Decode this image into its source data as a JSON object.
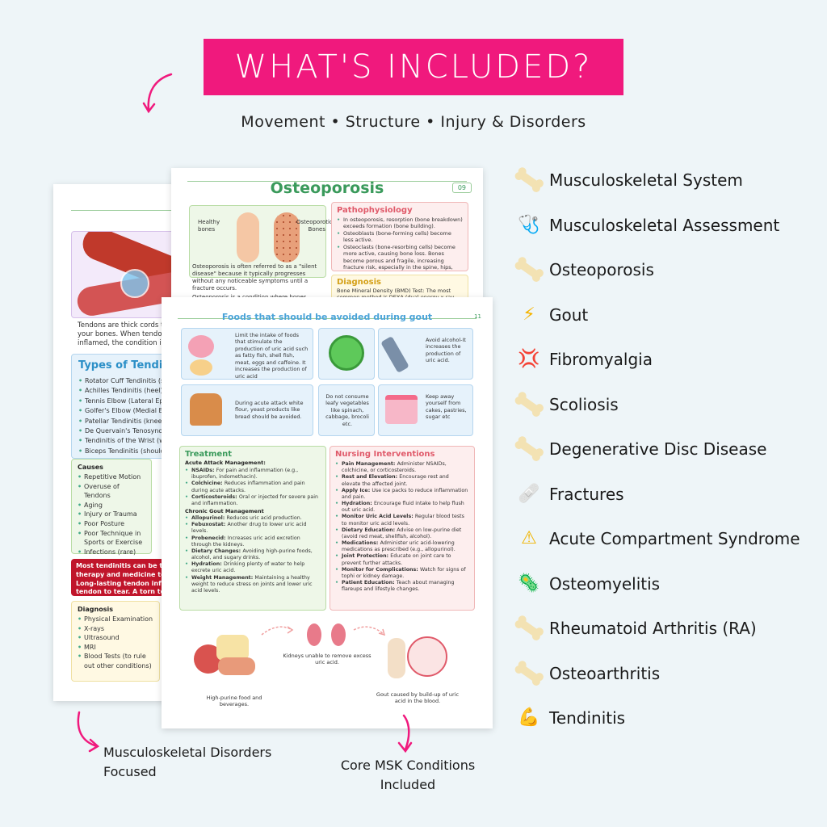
{
  "header": {
    "title": "WHAT'S INCLUDED?",
    "subtitle": "Movement • Structure • Injury & Disorders"
  },
  "topics": [
    {
      "icon": "bone-icon",
      "label": "Musculoskeletal System"
    },
    {
      "icon": "stethoscope-icon",
      "label": "Musculoskeletal Assessment"
    },
    {
      "icon": "bone-icon",
      "label": "Osteoporosis"
    },
    {
      "icon": "lightning-icon",
      "label": "Gout"
    },
    {
      "icon": "anger-icon",
      "label": "Fibromyalgia"
    },
    {
      "icon": "bone-icon",
      "label": "Scoliosis"
    },
    {
      "icon": "bone-icon",
      "label": "Degenerative Disc Disease"
    },
    {
      "icon": "bandage-icon",
      "label": "Fractures"
    },
    {
      "icon": "warning-icon",
      "label": "Acute Compartment Syndrome"
    },
    {
      "icon": "microbe-icon",
      "label": "Osteomyelitis"
    },
    {
      "icon": "bone-icon",
      "label": "Rheumatoid Arthritis (RA)"
    },
    {
      "icon": "bone-icon",
      "label": "Osteoarthritis"
    },
    {
      "icon": "bicep-icon",
      "label": "Tendinitis"
    }
  ],
  "captions": {
    "left": "Musculoskeletal Disorders Focused",
    "center": "Core MSK Conditions Included"
  },
  "back_page": {
    "intro": "Tendons are thick cords th your bones. When tendons inflamed, the condition is c",
    "types_title": "Types of Tendini",
    "types": [
      "Rotator Cuff Tendinitis (s",
      "Achilles Tendinitis (heel)",
      "Tennis Elbow (Lateral Ep",
      "Golfer's Elbow (Medial Ep",
      "Patellar Tendinitis (knee",
      "De Quervain's Tenosyno",
      "Tendinitis of the Wrist (w",
      "Biceps Tendinitis (should"
    ],
    "causes_title": "Causes",
    "causes": [
      "Repetitive Motion",
      "Overuse of Tendons",
      "Aging",
      "Injury or Trauma",
      "Poor Posture",
      "Poor Technique in Sports or Exercise",
      "Infections (rare)"
    ],
    "alert": "Most tendinitis can be tre therapy and medicine to Long-lasting tendon infl tendon to tear. A torn ten",
    "diagnosis_title": "Diagnosis",
    "diagnosis": [
      "Physical Examination",
      "X-rays",
      "Ultrasound",
      "MRI",
      "Blood Tests (to rule out other conditions)"
    ]
  },
  "mid_page": {
    "title": "Osteoporosis",
    "page_no": "09",
    "healthy": "Healthy bones",
    "osteo": "Osteoporotic Bones",
    "desc": "Osteoporosis is often referred to as a \"silent disease\" because it typically progresses without any noticeable symptoms until a fracture occurs.",
    "desc2": "Osteoporosis is a condition where bones become",
    "patho_title": "Pathophysiology",
    "patho": [
      "In osteoporosis, resorption (bone breakdown) exceeds formation (bone building).",
      "Osteoblasts (bone-forming cells) become less active.",
      "Osteoclasts (bone-resorbing cells) become more active, causing bone loss. Bones become porous and fragile, increasing fracture risk, especially in the spine, hips, and wrists."
    ],
    "diag_title": "Diagnosis",
    "diag": "Bone Mineral Density (BMD) Test: The most common method is DEXA (dual-energy x-ray"
  },
  "front_page": {
    "title": "Foods that should be avoided during gout",
    "page_no": "11",
    "foods": [
      "Limit the intake of foods that stimulate the production of uric acid such as fatty fish, shell fish, meat, eggs and caffeine. It increases the production of uric acid",
      "Avoid alcohol-It increases the production of uric acid.",
      "During acute attack white flour, yeast products like bread should be avoided.",
      "Do not consume leafy vegetables like spinach, cabbage, brocoli etc.",
      "Keep away yourself from cakes, pastries, sugar etc"
    ],
    "treatment_title": "Treatment",
    "acute_title": "Acute Attack Management:",
    "acute": [
      {
        "k": "NSAIDs:",
        "v": "For pain and inflammation (e.g., ibuprofen, indomethacin)."
      },
      {
        "k": "Colchicine:",
        "v": "Reduces inflammation and pain during acute attacks."
      },
      {
        "k": "Corticosteroids:",
        "v": "Oral or injected for severe pain and inflammation."
      }
    ],
    "chronic_title": "Chronic Gout Management",
    "chronic": [
      {
        "k": "Allopurinol:",
        "v": "Reduces uric acid production."
      },
      {
        "k": "Febuxostat:",
        "v": "Another drug to lower uric acid levels."
      },
      {
        "k": "Probenecid:",
        "v": "Increases uric acid excretion through the kidneys."
      },
      {
        "k": "Dietary Changes:",
        "v": "Avoiding high-purine foods, alcohol, and sugary drinks."
      },
      {
        "k": "Hydration:",
        "v": "Drinking plenty of water to help excrete uric acid."
      },
      {
        "k": "Weight Management:",
        "v": "Maintaining a healthy weight to reduce stress on joints and lower uric acid levels."
      }
    ],
    "nursing_title": "Nursing Interventions",
    "nursing": [
      {
        "k": "Pain Management:",
        "v": "Administer NSAIDs, colchicine, or corticosteroids."
      },
      {
        "k": "Rest and Elevation:",
        "v": "Encourage rest and elevate the affected joint."
      },
      {
        "k": "Apply Ice:",
        "v": "Use ice packs to reduce inflammation and pain."
      },
      {
        "k": "Hydration:",
        "v": "Encourage fluid intake to help flush out uric acid."
      },
      {
        "k": "Monitor Uric Acid Levels:",
        "v": "Regular blood tests to monitor uric acid levels."
      },
      {
        "k": "Dietary Education:",
        "v": "Advise on low-purine diet (avoid red meat, shellfish, alcohol)."
      },
      {
        "k": "Medications:",
        "v": "Administer uric acid-lowering medications as prescribed (e.g., allopurinol)."
      },
      {
        "k": "Joint Protection:",
        "v": "Educate on joint care to prevent further attacks."
      },
      {
        "k": "Monitor for Complications:",
        "v": "Watch for signs of tophi or kidney damage."
      },
      {
        "k": "Patient Education:",
        "v": "Teach about managing flareups and lifestyle changes."
      }
    ],
    "flow": [
      "High-purine food and beverages.",
      "Kidneys unable to remove excess uric acid.",
      "Gout caused by build-up of uric acid in the blood."
    ]
  },
  "colors": {
    "banner": "#f0197d",
    "green": "#3a9a5b",
    "pink": "#e05a6a",
    "blue": "#4aa3d8"
  }
}
